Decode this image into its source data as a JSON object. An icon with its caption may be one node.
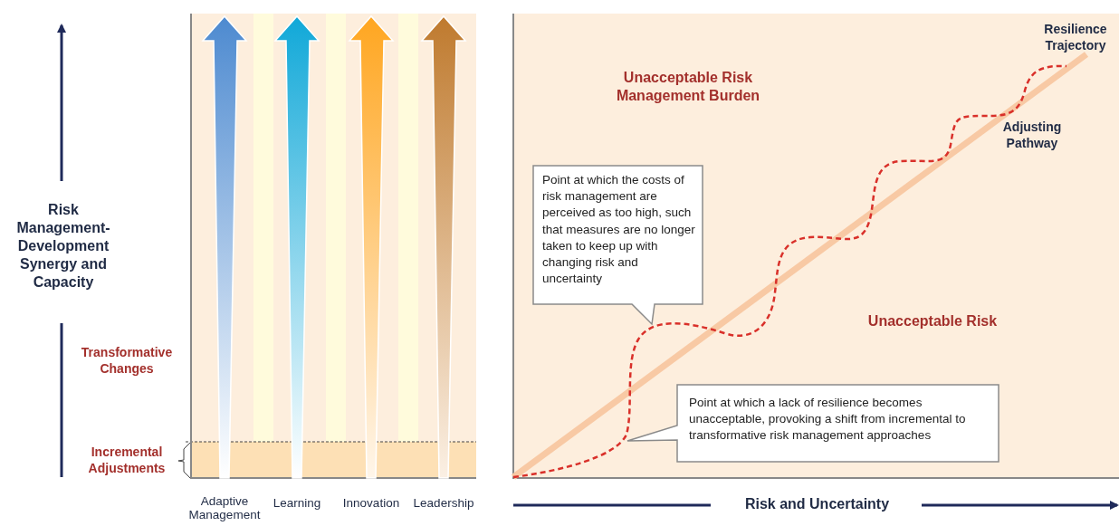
{
  "diagram": {
    "nodes": [
      {
        "text": [
          "Point at which the costs of risk management are perceived as too high, such that measures are no longer taken to keep up with changing risk and uncertainty"
        ]
      },
      {
        "text": [
          "Point at which a lack of resilience becomes unacceptable, provoking a shift from incremental to transformative risk management approaches"
        ]
      }
    ],
    "labels": [
      "Risk Management-Development Synergy and Capacity",
      "Transformative Changes",
      "Incremental Adjustments",
      "Adaptive Management",
      "Learning",
      "Innovation",
      "Leadership",
      "Resilience Trajectory",
      "Unacceptable Risk Management Burden",
      "Adjusting Pathway",
      "Unacceptable Risk",
      "Risk and Uncertainty"
    ]
  }
}
